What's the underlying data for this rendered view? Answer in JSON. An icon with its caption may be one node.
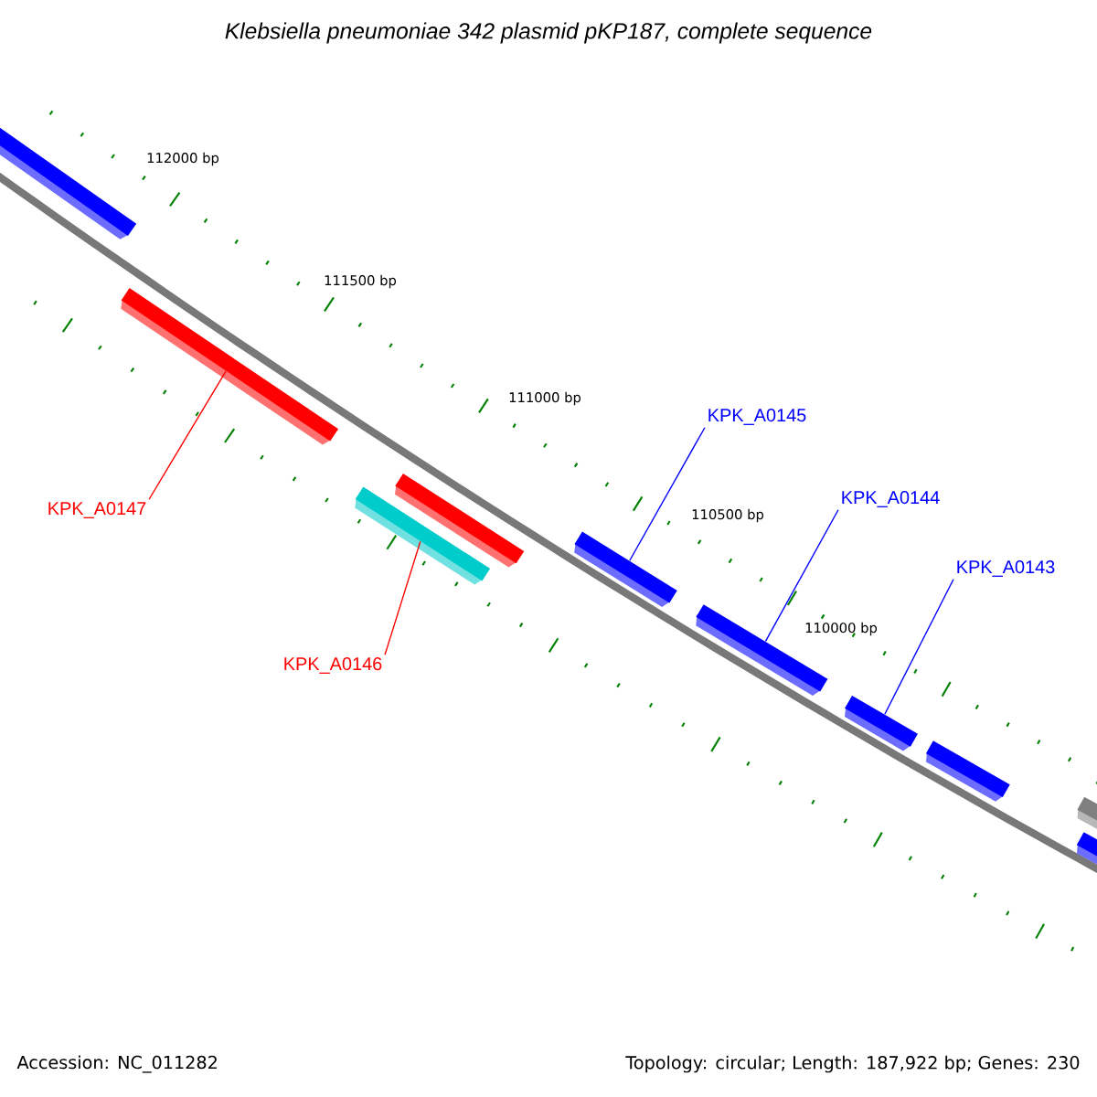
{
  "diagram": {
    "title": "Klebsiella pneumoniae 342 plasmid pKP187, complete sequence",
    "nodes": [
      {
        "text": [],
        "shape": "bar"
      },
      {
        "text": [],
        "shape": "bar"
      },
      {
        "text": [],
        "shape": "bar"
      },
      {
        "text": [],
        "shape": "bar"
      },
      {
        "text": [],
        "shape": "bar"
      },
      {
        "text": [],
        "shape": "bar"
      },
      {
        "text": [],
        "shape": "bar"
      },
      {
        "text": [],
        "shape": "bar"
      },
      {
        "text": [],
        "shape": "bar"
      },
      {
        "text": [],
        "shape": "bar"
      },
      {
        "text": [
          "KPK_A0147"
        ]
      },
      {
        "text": [
          "KPK_A0146"
        ]
      },
      {
        "text": [
          "KPK_A0145"
        ]
      },
      {
        "text": [
          "KPK_A0144"
        ]
      },
      {
        "text": [
          "KPK_A0143"
        ]
      }
    ],
    "edges": [
      {
        "from": 10,
        "to": 1,
        "arrow": "none",
        "color": "#ff0000"
      },
      {
        "from": 11,
        "to": 3,
        "arrow": "none",
        "color": "#ff0000"
      },
      {
        "from": 12,
        "to": 4,
        "arrow": "none"
      },
      {
        "from": 13,
        "to": 5,
        "arrow": "none"
      },
      {
        "from": 14,
        "to": 6,
        "arrow": "none"
      }
    ],
    "labels": [
      "112000 bp",
      "111500 bp",
      "111000 bp",
      "110500 bp",
      "110000 bp",
      "Accession: NC_011282",
      "Topology: circular; Length: 187,922 bp; Genes: 230"
    ]
  }
}
